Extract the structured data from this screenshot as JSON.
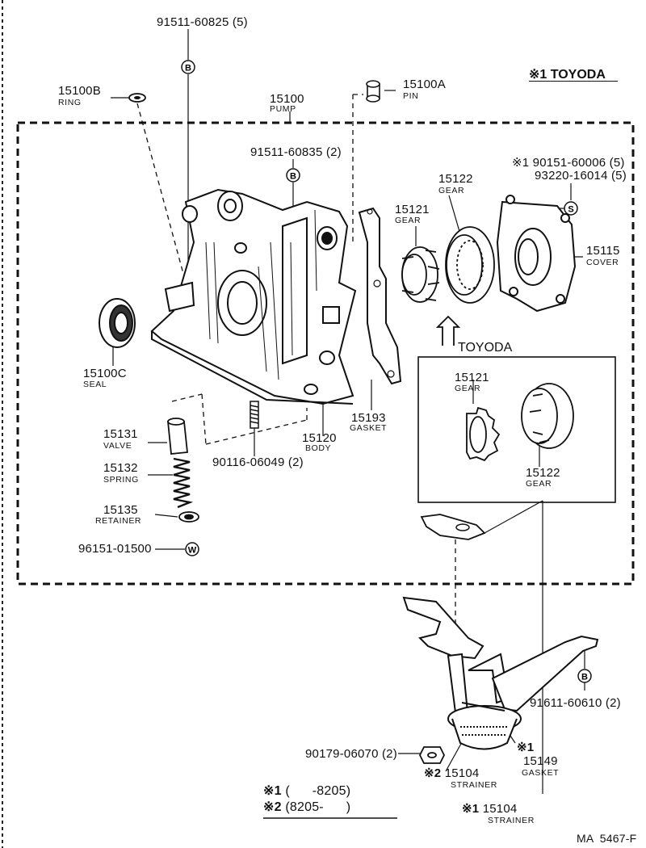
{
  "header": {
    "variant_note": "※1 TOYODA"
  },
  "parts": {
    "bolt_60825": "91511-60825 (5)",
    "bolt_60835": "91511-60835 (2)",
    "ring": {
      "number": "15100B",
      "name": "RING"
    },
    "pump": {
      "number": "15100",
      "name": "PUMP"
    },
    "pin": {
      "number": "15100A",
      "name": "PIN"
    },
    "screw_60006": "※1 90151-60006 (5)",
    "screw_16014": "93220-16014 (5)",
    "gear_15122": {
      "number": "15122",
      "name": "GEAR"
    },
    "gear_15121": {
      "number": "15121",
      "name": "GEAR"
    },
    "cover": {
      "number": "15115",
      "name": "COVER"
    },
    "seal": {
      "number": "15100C",
      "name": "SEAL"
    },
    "valve": {
      "number": "15131",
      "name": "VALVE"
    },
    "spring": {
      "number": "15132",
      "name": "SPRING"
    },
    "retainer": {
      "number": "15135",
      "name": "RETAINER"
    },
    "washer_01500": "96151-01500",
    "stud_06049": "90116-06049 (2)",
    "body": {
      "number": "15120",
      "name": "BODY"
    },
    "gasket_15193": {
      "number": "15193",
      "name": "GASKET"
    },
    "toyoda_box_label": "TOYODA",
    "toyoda_gear_15121": {
      "number": "15121",
      "name": "GEAR"
    },
    "toyoda_gear_15122": {
      "number": "15122",
      "name": "GEAR"
    },
    "bolt_60610": "91611-60610 (2)",
    "nut_06070": "90179-06070 (2)",
    "strainer_2": {
      "mark": "※2",
      "number": "15104",
      "name": "STRAINER"
    },
    "gasket_15149": {
      "mark": "※1",
      "number": "15149",
      "name": "GASKET"
    },
    "strainer_1": {
      "mark": "※1",
      "number": "15104",
      "name": "STRAINER"
    }
  },
  "icons": {
    "bolt_symbol": "B",
    "screw_symbol": "S",
    "washer_symbol": "W"
  },
  "legend": {
    "row1": {
      "mark": "※1",
      "range": "(      -8205)"
    },
    "row2": {
      "mark": "※2",
      "range": "(8205-      )"
    }
  },
  "footer": {
    "diagram_code": "MA  5467-F"
  }
}
